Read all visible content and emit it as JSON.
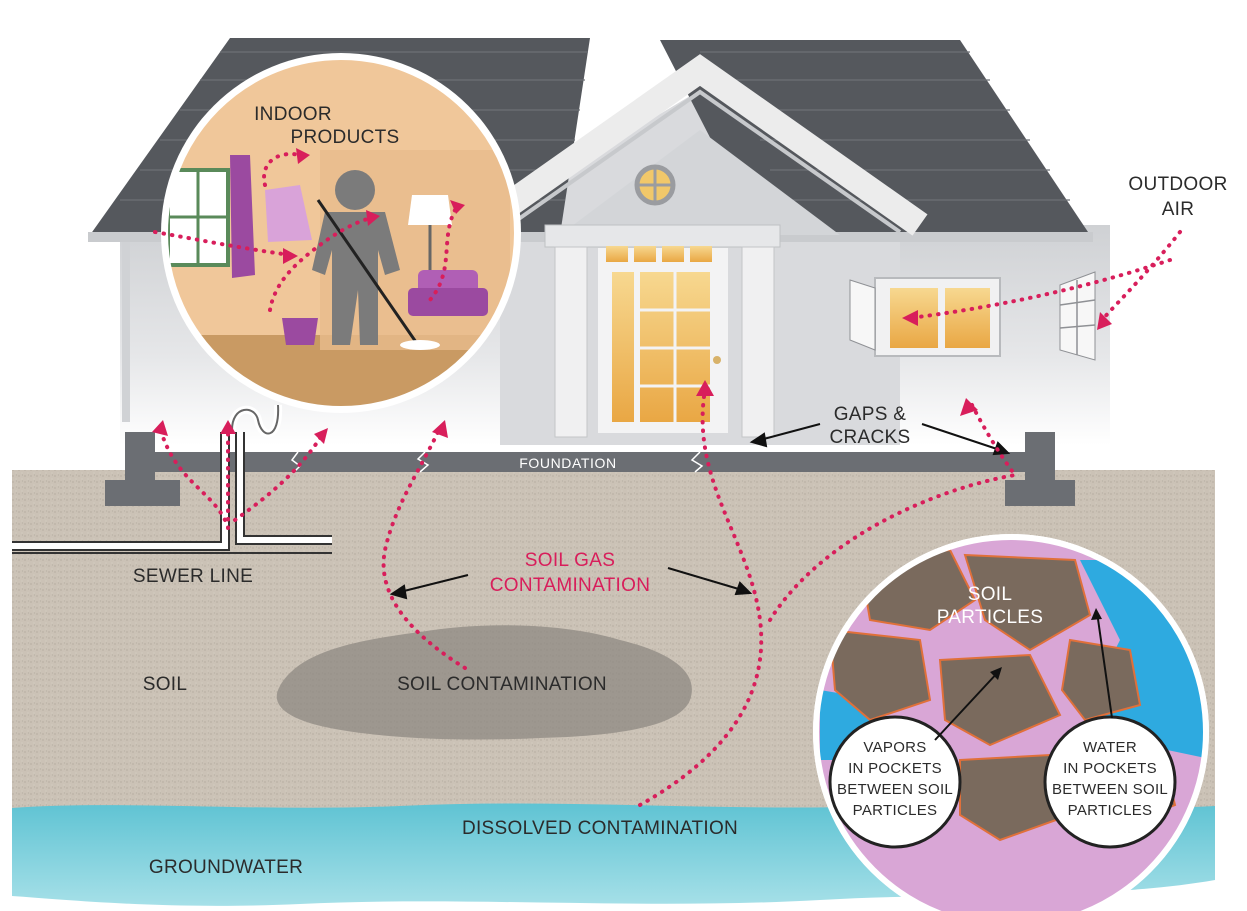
{
  "labels": {
    "indoor_products_1": "INDOOR",
    "indoor_products_2": "PRODUCTS",
    "outdoor_air_1": "OUTDOOR",
    "outdoor_air_2": "AIR",
    "gaps_cracks_1": "GAPS &",
    "gaps_cracks_2": "CRACKS",
    "foundation": "FOUNDATION",
    "sewer_line": "SEWER LINE",
    "soil_gas_1": "SOIL GAS",
    "soil_gas_2": "CONTAMINATION",
    "soil": "SOIL",
    "soil_contamination": "SOIL CONTAMINATION",
    "soil_particles_1": "SOIL",
    "soil_particles_2": "PARTICLES",
    "vapors_1": "VAPORS",
    "vapors_2": "IN POCKETS",
    "vapors_3": "BETWEEN SOIL",
    "vapors_4": "PARTICLES",
    "water_1": "WATER",
    "water_2": "IN POCKETS",
    "water_3": "BETWEEN SOIL",
    "water_4": "PARTICLES",
    "dissolved": "DISSOLVED CONTAMINATION",
    "groundwater": "GROUNDWATER"
  },
  "icons": {
    "house": "house-icon",
    "indoor_scene": "indoor-scene-icon",
    "soil_closeup": "soil-closeup-icon"
  },
  "colors": {
    "accent_pink": "#d81e5b",
    "roof": "#55585d",
    "soil": "#c9bfb2",
    "groundwater": "#7fd0dc",
    "foundation": "#6b6e73"
  }
}
